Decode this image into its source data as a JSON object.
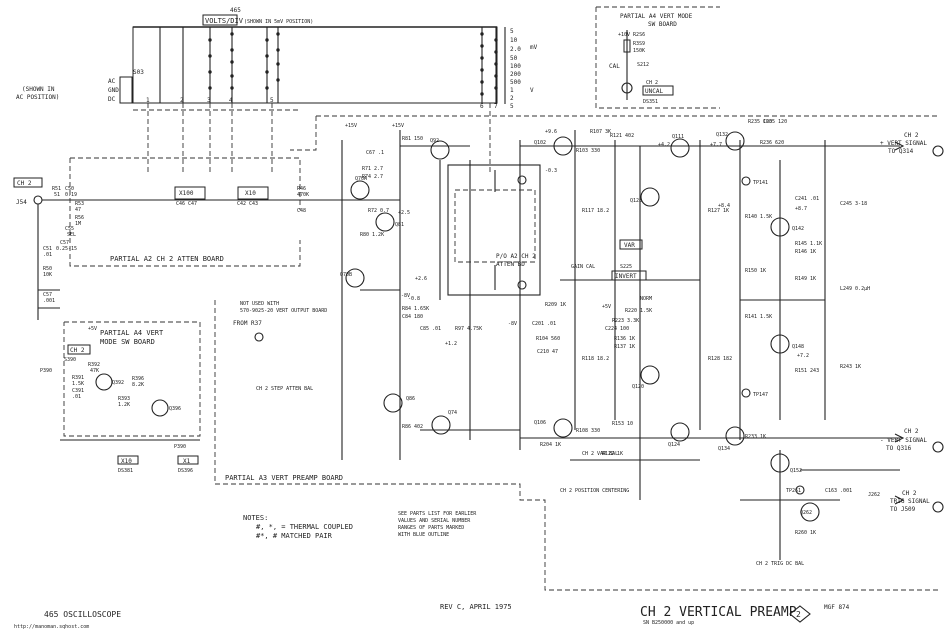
{
  "switch": {
    "title": "465",
    "name": "VOLTS/DIV",
    "note": "(SHOWN IN 5mV POSITION)",
    "ref": "S03",
    "settings_mv": [
      "5",
      "10",
      "2.0",
      "50",
      "100",
      "200",
      "500"
    ],
    "settings_v": [
      "1",
      "2",
      "5"
    ],
    "unit_mv": "mV",
    "unit_v": "V",
    "contact_numbers": [
      "1",
      "2",
      "3",
      "4",
      "5",
      "6",
      "7"
    ]
  },
  "coupling": {
    "labels": [
      "AC",
      "GND",
      "DC"
    ],
    "note_1": "(SHOWN IN",
    "note_2": "AC POSITION)"
  },
  "partial_a4_top": {
    "title_1": "PARTIAL A4 VERT MODE",
    "title_2": "SW BOARD",
    "supply": "+10V R2S6",
    "r": "R3S9",
    "r_val": "150K",
    "cal": "CAL",
    "s": "S212",
    "ch2": "CH 2",
    "uncal": "UNCAL",
    "ds": "DS351"
  },
  "input": {
    "ch2": "CH 2",
    "jack": "J54",
    "r1": "R51",
    "r1v": "51",
    "c1": "C50",
    "c1v": "0.19",
    "r2": "R53",
    "r2v": "47",
    "r3": "R56",
    "r3v": "1M",
    "c2": "C55",
    "c2v": "SEL",
    "c3": "C57",
    "c3v": "0.25-15",
    "c4": "C51",
    "c4v": ".01",
    "r4": "R50",
    "r4v": "10K",
    "c5": "C57",
    "c5v": ".001"
  },
  "atten": {
    "board": "PARTIAL A2 CH 2 ATTEN BOARD",
    "x100": "X100",
    "x100_parts": "C46 C47",
    "x10": "X10",
    "x10_parts": "C42 C43",
    "r": "R46",
    "rv": "470K",
    "c": "C48"
  },
  "preamp_board": "PARTIAL A3 VERT PREAMP BOARD",
  "sw_board_lower": {
    "title_1": "PARTIAL A4 VERT",
    "title_2": "MODE SW BOARD",
    "plus_5v": "+5V",
    "ch2": "CH 2",
    "s": "S390",
    "p": "P390",
    "x10": "X10",
    "ds1": "DS381",
    "x1": "X1",
    "ds2": "DS396",
    "q1": "Q392",
    "q2": "Q396",
    "r1": "R392",
    "r1v": "47K",
    "r2": "R391",
    "r2v": "1.5K",
    "c1": "C391",
    "c1v": ".01",
    "r3": "R396",
    "r3v": "8.2K",
    "r4": "R393",
    "r4v": "1.2K"
  },
  "transistors": [
    "Q70A",
    "Q70B",
    "Q81",
    "Q86",
    "Q92",
    "Q74",
    "Q102",
    "Q106",
    "Q111",
    "Q128",
    "Q120",
    "Q124",
    "Q132",
    "Q134",
    "Q142",
    "Q148",
    "Q152",
    "Q262"
  ],
  "gain_cal": "GAIN CAL",
  "var": "VAR",
  "invert": "INVERT",
  "s225": "S225",
  "norm": "NORM",
  "step_atten_bal": "CH 2 STEP ATTEN BAL",
  "var_bal": "CH 2 VAR BAL",
  "position": "CH 2 POSITION CENTERING",
  "trig_bal": "CH 2 TRIG DC BAL",
  "from_r": "FROM R37",
  "not_used": "NOT USED WITH",
  "not_used_2": "570-9025-20 VERT OUTPUT BOARD",
  "outputs": {
    "out1_a": "CH 2",
    "out1_b": "+ VERT SIGNAL",
    "out1_c": "TO Q314",
    "out2_a": "CH 2",
    "out2_b": "- VERT SIGNAL",
    "out2_c": "TO Q316",
    "out3_a": "CH 2",
    "out3_b": "TRIG SIGNAL",
    "out3_c": "TO J509",
    "j262": "J262"
  },
  "atten_sub": {
    "title_1": "P/O A2 CH 2",
    "title_2": "ATTEN BD"
  },
  "notes": {
    "title": "NOTES:",
    "n1": "#, *, = THERMAL COUPLED",
    "n2": "#*, # MATCHED PAIR"
  },
  "see_parts": [
    "SEE PARTS LIST FOR EARLIER",
    "VALUES AND SERIAL NUMBER",
    "RANGES OF PARTS MARKED",
    "WITH BLUE OUTLINE"
  ],
  "footer": {
    "left": "465 OSCILLOSCOPE",
    "url": "http://manoman.sqhost.com",
    "rev": "REV C, APRIL 1975",
    "title": "CH 2 VERTICAL PREAMP",
    "num": "2",
    "serial": "SN B250000 and up",
    "mgf": "MGF 874"
  },
  "voltages": [
    "+15V",
    "-8V",
    "+5V",
    "+4.2",
    "+7.7",
    "+9.6",
    "-0.3",
    "+8.4",
    "+2.5",
    "-0.8",
    "+8.7",
    "+1.2",
    "+2.6",
    "+7.2"
  ],
  "part_labels": [
    "R71 2.7",
    "R72 0.7",
    "R74 2.7",
    "R80 1.2K",
    "R81 150",
    "C67 .1",
    "R84 1.65K",
    "R86 402",
    "R97 4.75K",
    "R103 330",
    "R104 560",
    "R107 3K",
    "R108 330",
    "R121 402",
    "R122 1K",
    "R117 18.2",
    "R118 18.2",
    "R127 1K",
    "R128 182",
    "R136 1K",
    "R137 1K",
    "R140 1.5K",
    "R141 1.5K",
    "R145 1.1K",
    "R146 1K",
    "R149 1K",
    "R150 1K",
    "R151 243",
    "R153 10",
    "R204 1K",
    "R209 1K",
    "R220 1.5K",
    "R223 3.3K",
    "R233 1K",
    "R235 100",
    "R236 620",
    "R260 1K",
    "C84 180",
    "C85 .01",
    "C201 .01",
    "C210 47",
    "C224 100",
    "C235 120",
    "C241 .01",
    "C245 3-18",
    "R243 1K",
    "L249 0.2µH",
    "C163 .001"
  ],
  "test_points": [
    "TP141",
    "TP147",
    "TP261"
  ]
}
